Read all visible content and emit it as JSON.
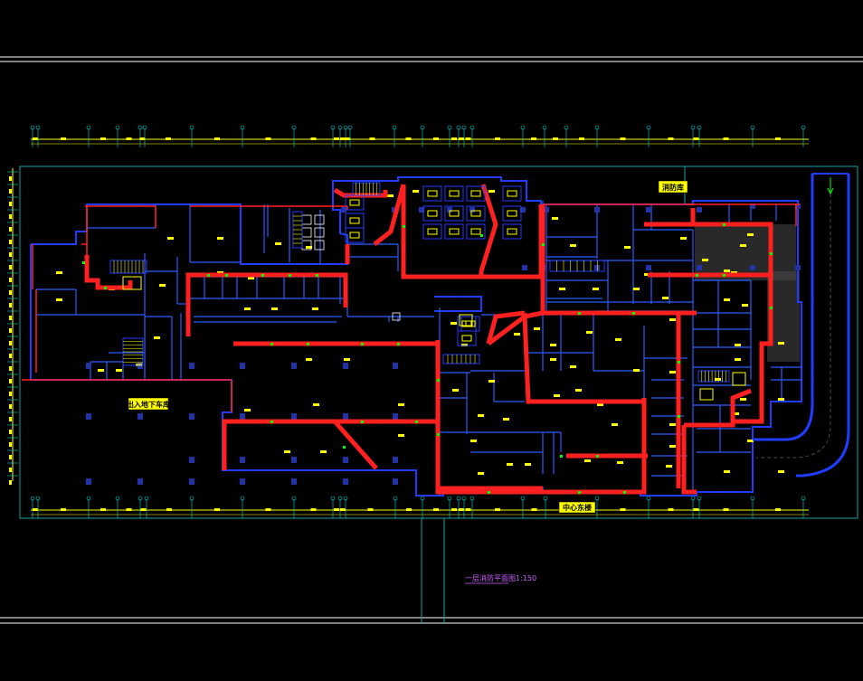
{
  "drawing": {
    "colors": {
      "background": "#000000",
      "frame": "#ffffff",
      "wall": "#1f3cff",
      "wall_inner": "#2a5cff",
      "core": "#ff2020",
      "dimension": "#ffff00",
      "border": "#1aa0a0",
      "note": "#ffff00",
      "column": "#2233aa",
      "hatch": "#4a4a4a",
      "vent_mark": "#00ff00",
      "caption": "#c860ff",
      "cyan": "#00d8d8"
    },
    "labels": {
      "top_right_tag": "消防库",
      "left_tag": "出入地下车库",
      "bottom_tag": "中心东楼",
      "caption": "一层消防平面图1:150"
    }
  }
}
